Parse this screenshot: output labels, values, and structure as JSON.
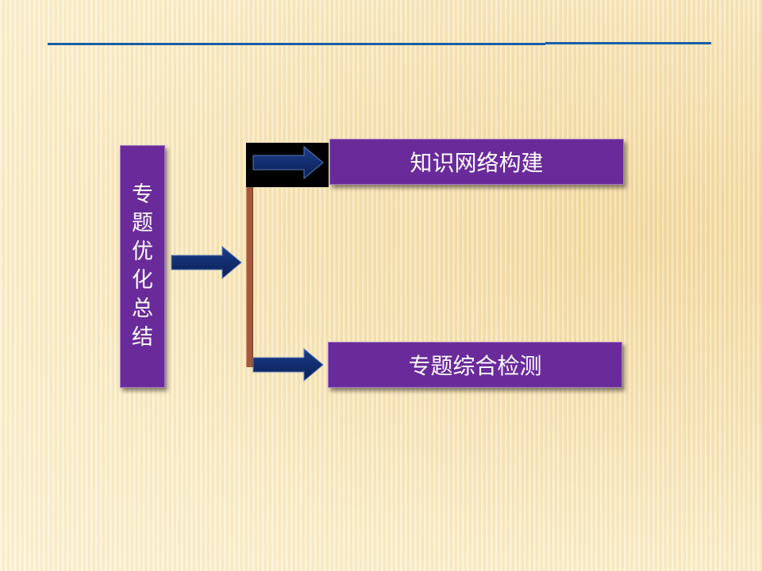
{
  "diagram": {
    "main_node": {
      "label": "专题优化总结"
    },
    "branches": [
      {
        "label": "知识网络构建"
      },
      {
        "label": "专题综合检测"
      }
    ]
  },
  "colors": {
    "box_fill": "#6a2b9a",
    "arrow_fill": "#0f2a6b",
    "rule_line": "#1a5ea8",
    "bracket": "#a35a3c"
  },
  "icons": {
    "main_arrow": "right-arrow-icon",
    "top_arrow": "right-arrow-icon",
    "bottom_arrow": "right-arrow-icon"
  }
}
